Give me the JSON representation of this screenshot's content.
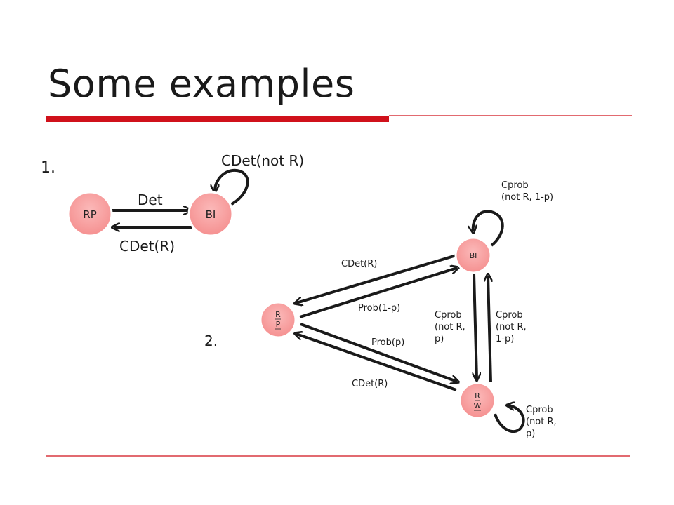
{
  "title": "Some examples",
  "accent_color": "#d0111b",
  "node_fill": "#f7a1a1",
  "example1": {
    "number": "1.",
    "nodes": {
      "rp": "RP",
      "bi": "BI"
    },
    "edges": {
      "det": "Det",
      "cdet_r": "CDet(R)",
      "cdet_not_r": "CDet(not R)"
    }
  },
  "example2": {
    "number": "2.",
    "nodes": {
      "bi": "BI",
      "rp_line1": "R",
      "rp_line2": "P",
      "rw_line1": "R",
      "rw_line2": "W"
    },
    "edges": {
      "bi_self_1": "Cprob",
      "bi_self_2": "(not R, 1-p)",
      "cdet_r_top": "CDet(R)",
      "prob_1mp": "Prob(1-p)",
      "prob_p": "Prob(p)",
      "cdet_r_bottom": "CDet(R)",
      "bi_to_rw_1": "Cprob",
      "bi_to_rw_2": "(not R,",
      "bi_to_rw_3": "p)",
      "rw_to_bi_1": "Cprob",
      "rw_to_bi_2": "(not R,",
      "rw_to_bi_3": "1-p)",
      "rw_self_1": "Cprob",
      "rw_self_2": "(not R,",
      "rw_self_3": "p)"
    }
  }
}
